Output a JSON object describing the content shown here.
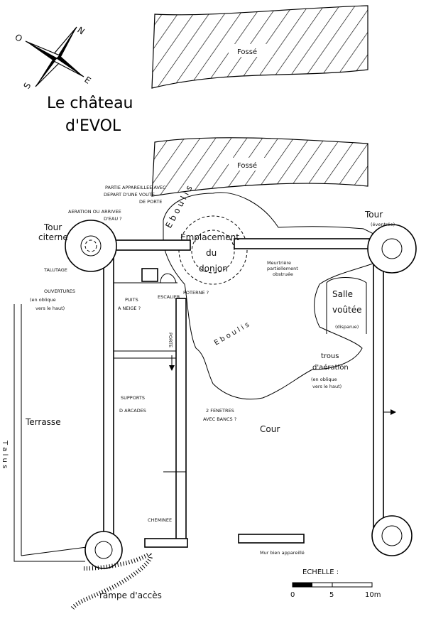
{
  "title": {
    "line1": "Le château",
    "line2": "d'EVOL"
  },
  "compass": {
    "n": "N",
    "s": "S",
    "e": "E",
    "o": "O"
  },
  "moats": {
    "top": "Fossé",
    "middle": "Fossé"
  },
  "labels": {
    "partie_appareillee_1": "PARTIE APPAREILLEE AVEC",
    "partie_appareillee_2": "DEPART D'UNE VOUTE",
    "partie_appareillee_3": "DE PORTE",
    "aeration_1": "AERATION OU ARRIVEE",
    "aeration_2": "D'EAU ?",
    "eboulis_top": "E b o u l i s",
    "emplacement": "Emplacement",
    "du": "du",
    "donjon": "donjon",
    "tour_right": "Tour",
    "eventree": "(éventrée)",
    "tour_citerne_1": "Tour",
    "tour_citerne_2": "citerne",
    "talutage": "TALUTAGE",
    "meurtriere_1": "Meurtrière",
    "meurtriere_2": "partiellement",
    "meurtriere_3": "obstruée",
    "ouvertures": "OUVERTURES",
    "oblique_1": "(en oblique",
    "oblique_2": "vers le haut)",
    "puits_1": "PUITS",
    "puits_2": "A NEIGE ?",
    "escalier": "ESCALIER",
    "poterne": "POTERNE ?",
    "salle": "Salle",
    "voutee": "voûtée",
    "disparue": "(disparue)",
    "eboulis_mid": "E b o u l i s",
    "porte": "PORTE",
    "trous": "trous",
    "daeration": "d'aération",
    "oblique_r1": "(en oblique",
    "oblique_r2": "vers le haut)",
    "supports_1": "SUPPORTS",
    "supports_2": "D ARCADES",
    "fenetres_1": "2 FENETRES",
    "fenetres_2": "AVEC BANCS ?",
    "terrasse": "Terrasse",
    "cour": "Cour",
    "talus": "T a l u s",
    "cheminee": "CHEMINEE",
    "mur": "Mur bien appareillé",
    "rampe": "rampe d'accès"
  },
  "scale": {
    "title": "ECHELLE :",
    "t0": "0",
    "t5": "5",
    "t10": "10m"
  }
}
